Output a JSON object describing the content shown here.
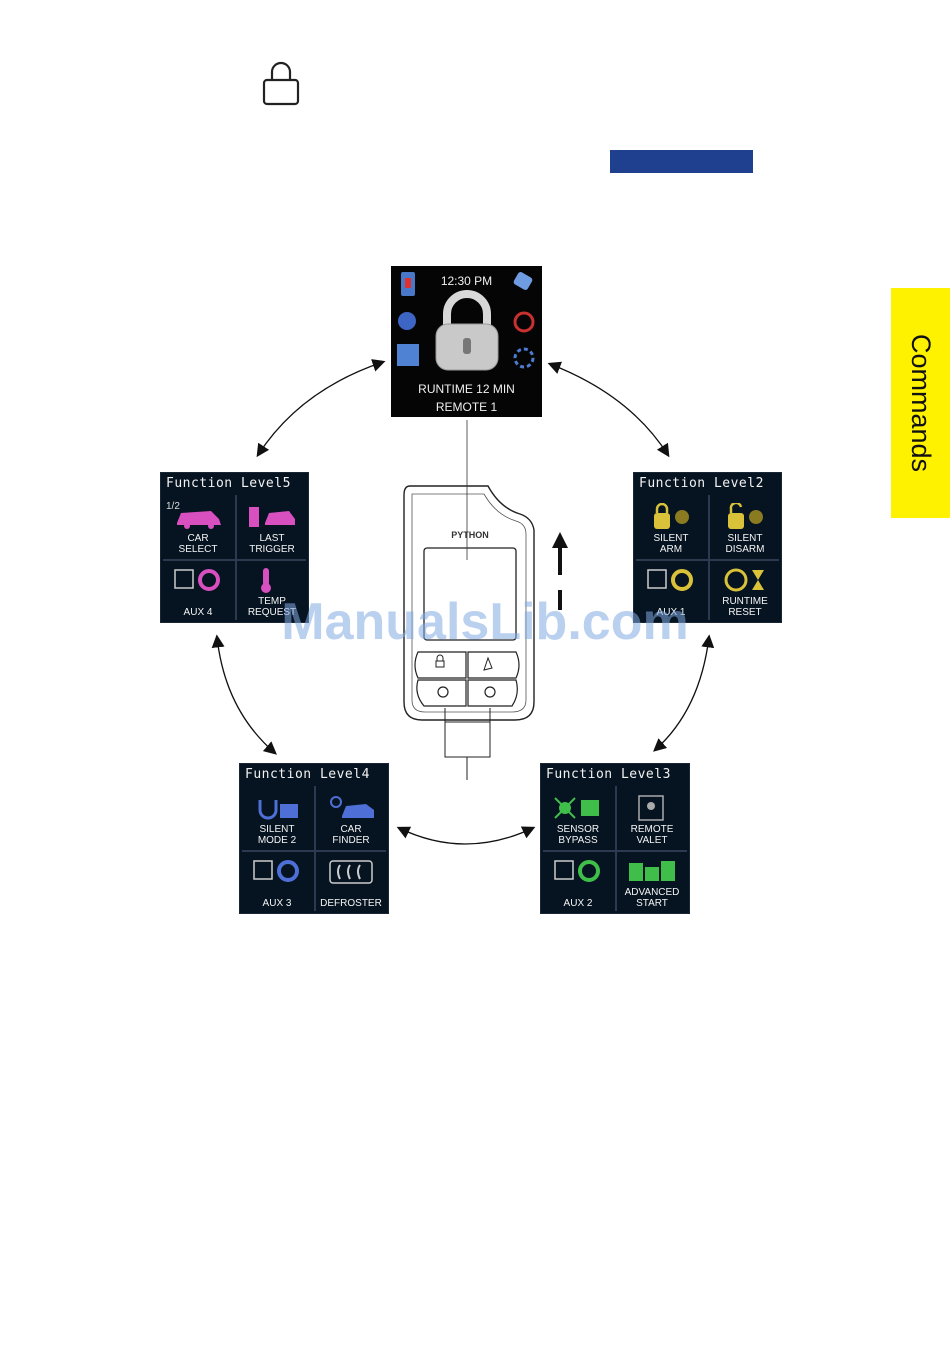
{
  "side_tab": {
    "label": "Commands",
    "color": "#fff200"
  },
  "accent_bar_color": "#1f3f8f",
  "main_screen": {
    "time": "12:30 PM",
    "runtime": "RUNTIME 12 MIN",
    "remote": "REMOTE 1"
  },
  "remote": {
    "brand": "PYTHON"
  },
  "watermark": "ManualsLib.com",
  "levels": {
    "level5": {
      "title": "Function Level5",
      "page": "1/2",
      "cells": [
        "CAR\nSELECT",
        "LAST\nTRIGGER",
        "AUX 4",
        "TEMP\nREQUEST"
      ],
      "color": "#d84fc0"
    },
    "level2": {
      "title": "Function Level2",
      "cells": [
        "SILENT\nARM",
        "SILENT\nDISARM",
        "AUX 1",
        "RUNTIME\nRESET"
      ],
      "color": "#d9c23a"
    },
    "level4": {
      "title": "Function Level4",
      "cells": [
        "SILENT\nMODE 2",
        "CAR\nFINDER",
        "AUX 3",
        "DEFROSTER"
      ],
      "color": "#4d6fd6"
    },
    "level3": {
      "title": "Function Level3",
      "cells": [
        "SENSOR\nBYPASS",
        "REMOTE\nVALET",
        "AUX 2",
        "ADVANCED\nSTART"
      ],
      "color": "#3fbf4a"
    }
  }
}
